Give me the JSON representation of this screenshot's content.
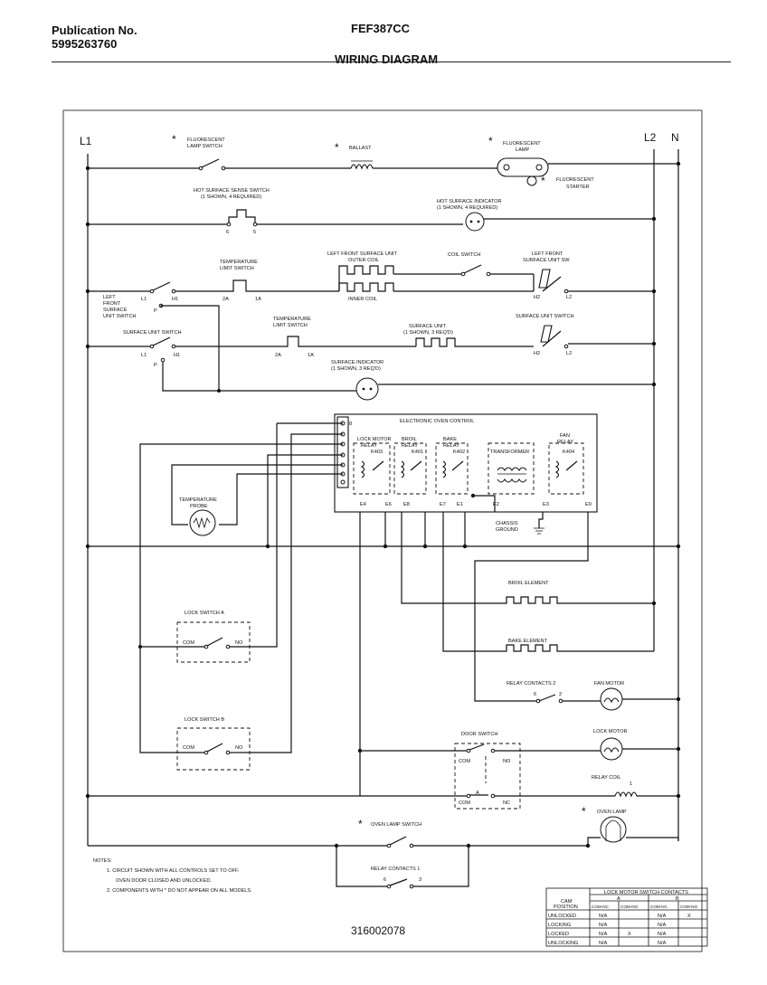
{
  "header": {
    "publication_label": "Publication No.",
    "publication_number": "5995263760",
    "model": "FEF387CC",
    "title": "WIRING DIAGRAM",
    "drawing_number": "316002078"
  },
  "lines": {
    "l1": "L1",
    "l2": "L2",
    "n": "N"
  },
  "asterisk": "*",
  "labels": {
    "fluorescent_lamp_switch": [
      "FLUORESCENT",
      "LAMP SWITCH"
    ],
    "ballast": "BALLAST",
    "fluorescent_lamp": [
      "FLUORESCENT",
      "LAMP"
    ],
    "fluorescent_starter": [
      "FLUORESCENT",
      "STARTER"
    ],
    "hot_surface_sense_switch": [
      "HOT SURFACE SENSE SWITCH",
      "(1 SHOWN, 4 REQUIRED)"
    ],
    "hot_surface_indicator": [
      "HOT SURFACE INDICATOR",
      "(1 SHOWN, 4 REQUIRED)"
    ],
    "temp_limit_switch_1": [
      "TEMPERATURE",
      "LIMIT SWITCH"
    ],
    "left_front_surface_unit": [
      "LEFT FRONT SURFACE UNIT",
      "OUTER COIL"
    ],
    "inner_coil": "INNER COIL",
    "coil_switch": "COIL SWITCH",
    "left_front_surface_unit_sw": [
      "LEFT FRONT",
      "SURFACE UNIT SW"
    ],
    "left_front_surface_unit_switch": [
      "LEFT",
      "FRONT",
      "SURFACE",
      "UNIT SWITCH"
    ],
    "surface_unit_switch_left": "SURFACE UNIT SWITCH",
    "temp_limit_switch_2": [
      "TEMPERATURE",
      "LIMIT SWITCH"
    ],
    "surface_unit": [
      "SURFACE UNIT",
      "(1 SHOWN, 3 REQ'D)"
    ],
    "surface_unit_switch_right": "SURFACE UNIT SWITCH",
    "surface_indicator": [
      "SURFACE INDICATOR",
      "(1 SHOWN, 3 REQ'D)"
    ],
    "electronic_oven_control": "ELECTRONIC OVEN CONTROL",
    "lock_motor_relay": [
      "LOCK MOTOR",
      "RELAY",
      "K403"
    ],
    "broil_relay": [
      "BROIL",
      "RELAY",
      "K401"
    ],
    "bake_relay": [
      "BAKE",
      "RELAY",
      "K402"
    ],
    "transformer": "TRANSFORMER",
    "fan_relay": [
      "FAN",
      "RELAY",
      "K404"
    ],
    "temperature_probe": [
      "TEMPERATURE",
      "PROBE"
    ],
    "chassis_ground": [
      "CHASSIS",
      "GROUND"
    ],
    "broil_element": "BROIL ELEMENT",
    "bake_element": "BAKE ELEMENT",
    "relay_contacts_2": "RELAY CONTACTS 2",
    "fan motor": "FAN MOTOR",
    "lock_switch_a": "LOCK SWITCH A",
    "lock_switch_b": "LOCK SWITCH B",
    "door_switch": "DOOR SWITCH",
    "lock_motor": "LOCK MOTOR",
    "relay_coil": [
      "RELAY COIL",
      "1"
    ],
    "oven_lamp": "OVEN LAMP",
    "oven_lamp_switch": "OVEN LAMP SWITCH",
    "relay_contacts_1": "RELAY CONTACTS 1"
  },
  "terminals": {
    "surface_switch_1": [
      "L1",
      "P",
      "H1",
      "2A",
      "1A",
      "H2",
      "L2"
    ],
    "surface_switch_2": [
      "L1",
      "P",
      "H1",
      "2A",
      "1A",
      "H2",
      "L2"
    ],
    "sense_switch": [
      "6",
      "5"
    ],
    "control_bottom": [
      "E4",
      "E6",
      "E8",
      "E7",
      "E1",
      "E2",
      "E3",
      "E9"
    ],
    "control_side": [
      "8"
    ],
    "relay_contacts": [
      "6",
      "2",
      "6",
      "3"
    ],
    "com": "COM",
    "no": "NO",
    "nc": "NC",
    "a": "A"
  },
  "notes": {
    "heading": "NOTES:",
    "items": [
      "1. CIRCUIT SHOWN WITH ALL CONTROLS SET TO OFF.",
      "OVEN DOOR CLOSED AND UNLOCKED.",
      "2. COMPONENTS WITH * DO NOT APPEAR ON ALL MODELS."
    ]
  },
  "contact_table": {
    "title": "LOCK MOTOR SWITCH CONTACTS",
    "group_a": "A",
    "group_b": "B",
    "cam_label": [
      "CAM",
      "POSITION"
    ],
    "columns": [
      "COM-NC",
      "COM-NO",
      "COM-NC",
      "COM-NO"
    ],
    "rows": [
      {
        "label": "UNLOCKED",
        "cells": [
          "N/A",
          "",
          "N/A",
          "X"
        ]
      },
      {
        "label": "LOCKING",
        "cells": [
          "N/A",
          "",
          "N/A",
          ""
        ]
      },
      {
        "label": "LOCKED",
        "cells": [
          "N/A",
          "X",
          "N/A",
          ""
        ]
      },
      {
        "label": "UNLOCKING",
        "cells": [
          "N/A",
          "",
          "N/A",
          ""
        ]
      }
    ]
  }
}
